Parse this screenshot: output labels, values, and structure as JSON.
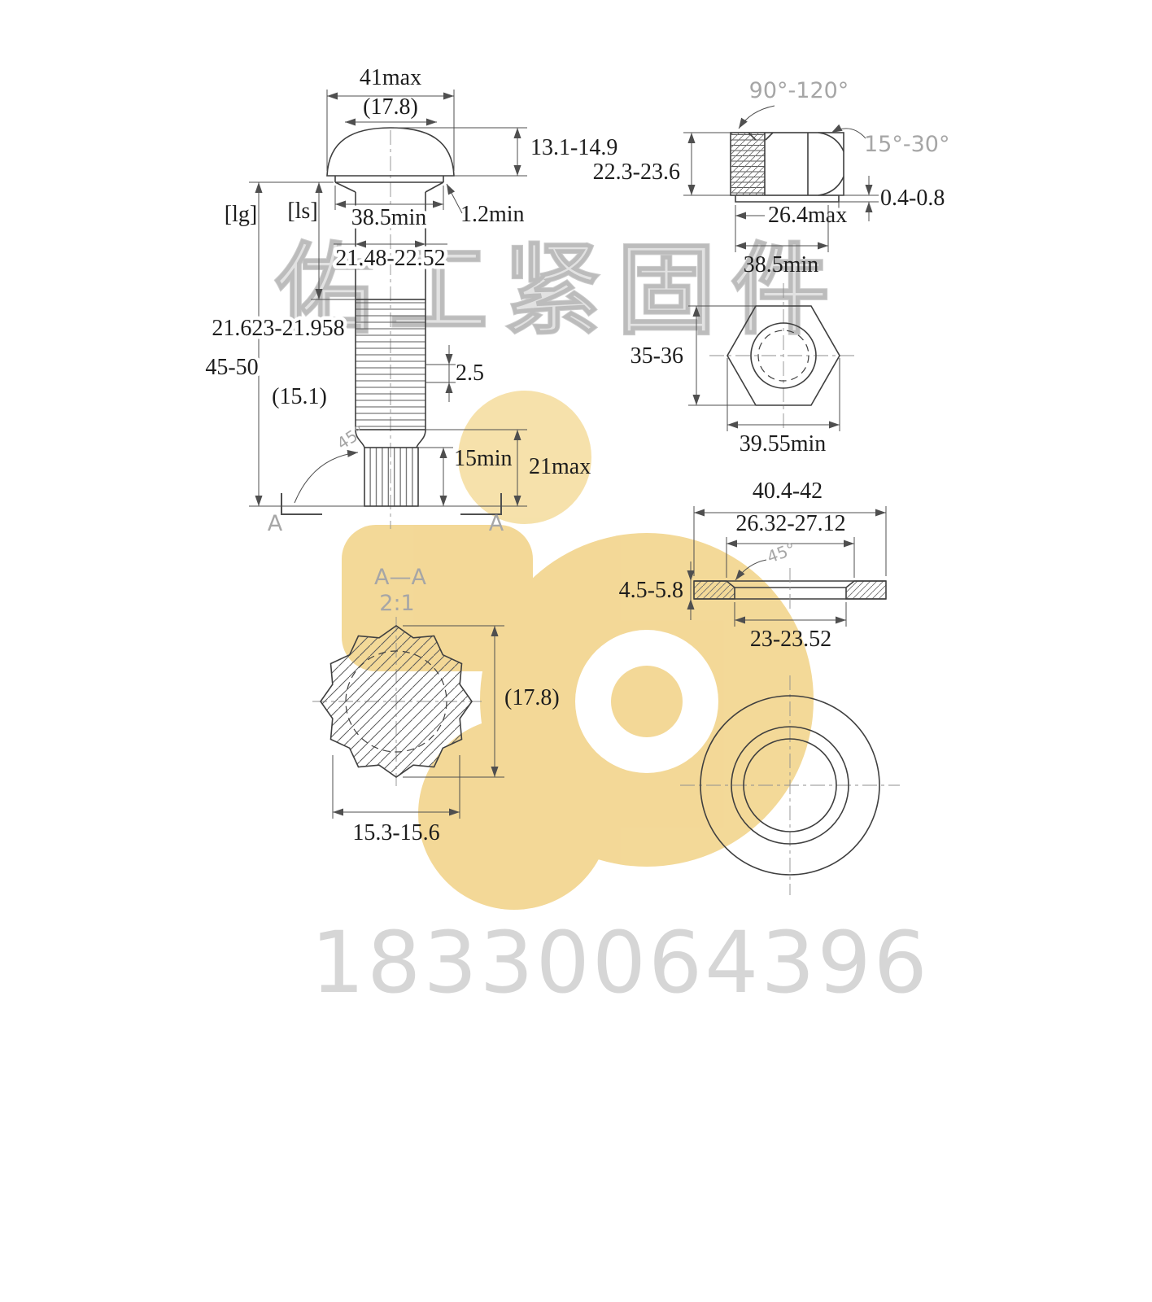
{
  "watermark": {
    "brand": "佑工紧固件",
    "phone": "18330064396"
  },
  "colors": {
    "line": "#3f3f3f",
    "dimension": "#4f4f4f",
    "gray_annotation": "#a6a6a6",
    "logo_gold": "#f1d286"
  },
  "bolt": {
    "head_diameter": "41max",
    "spline_diameter_ref": "(17.8)",
    "head_height": "13.1-14.9",
    "grip_label": "[lg]",
    "shank_label": "[ls]",
    "bearing_diameter": "38.5min",
    "washer_face_height": "1.2min",
    "body_diameter": "21.48-22.52",
    "thread_diameter": "21.623-21.958",
    "length": "45-50",
    "thread_length_ref": "(15.1)",
    "thread_pitch": "2.5",
    "chamfer_angle": "45°",
    "spline_length": "15min",
    "tip_length": "21max",
    "section_mark_left": "A",
    "section_mark_right": "A"
  },
  "nut_side": {
    "countersink_angle": "90°-120°",
    "chamfer_angle": "15°-30°",
    "height": "22.3-23.6",
    "washer_face_height": "0.4-0.8",
    "washer_face_diameter": "26.4max",
    "bearing_diameter": "38.5min"
  },
  "nut_top": {
    "width_across_flats": "35-36",
    "width_across_corners": "39.55min"
  },
  "washer_side": {
    "outer_diameter": "40.4-42",
    "chamfer_diameter": "26.32-27.12",
    "chamfer_angle": "45°",
    "thickness": "4.5-5.8",
    "hole_diameter": "23-23.52"
  },
  "section_aa": {
    "title": "A—A",
    "scale": "2:1",
    "outer_diameter_ref": "(17.8)",
    "root_diameter": "15.3-15.6"
  }
}
